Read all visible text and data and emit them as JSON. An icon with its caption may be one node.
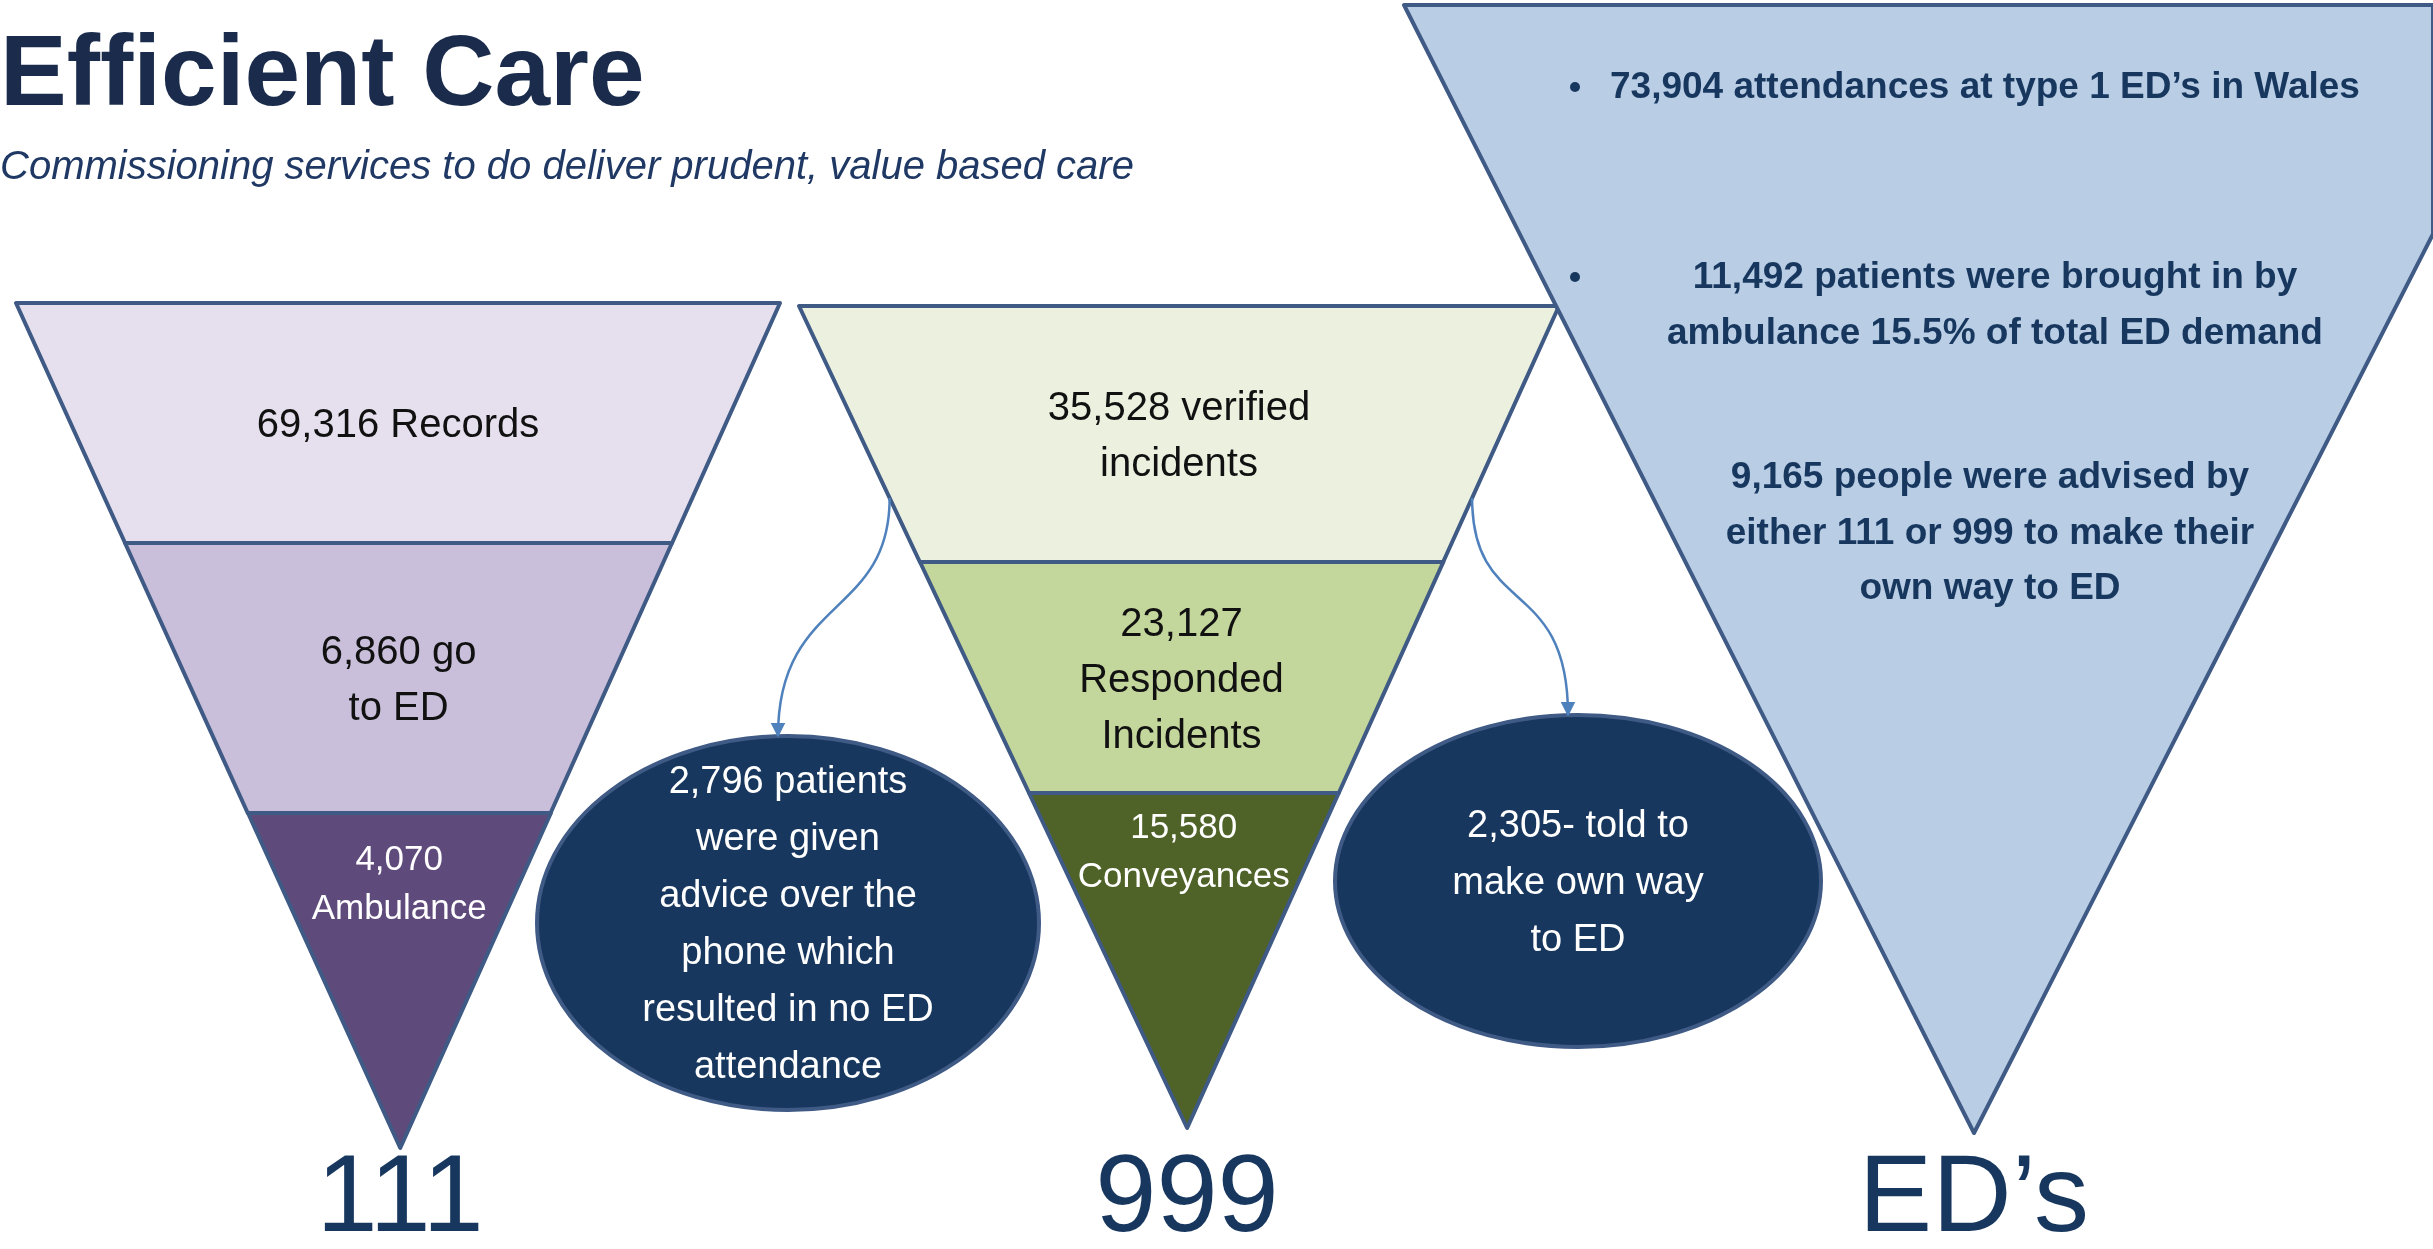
{
  "diagram": {
    "title": "Efficient Care",
    "caption": "Commissioning services to do deliver prudent, value based care",
    "nodes": [
      {
        "text": [
          "69,316 Records"
        ]
      },
      {
        "text": [
          "6,860 go to ED"
        ]
      },
      {
        "text": [
          "4,070 Ambulance"
        ]
      },
      {
        "text": [
          "35,528 verified incidents"
        ]
      },
      {
        "text": [
          "23,127 Responded Incidents"
        ]
      },
      {
        "text": [
          "15,580 Conveyances"
        ]
      },
      {
        "text": [
          "73,904 attendances at type 1 ED’s in Wales",
          "11,492 patients were brought in by ambulance 15.5% of total ED demand",
          "9,165 people were advised by either 111 or 999 to make their own way to ED"
        ]
      },
      {
        "text": [
          "2,796 patients were given advice over the phone which resulted in no ED attendance"
        ]
      },
      {
        "text": [
          "2,305- told to make own way to ED"
        ]
      }
    ],
    "edges": [
      {
        "from": 3,
        "to": 7,
        "arrow": "to"
      },
      {
        "from": 3,
        "to": 8,
        "arrow": "to"
      }
    ],
    "labels": [
      "111",
      "999",
      "ED’s"
    ]
  }
}
